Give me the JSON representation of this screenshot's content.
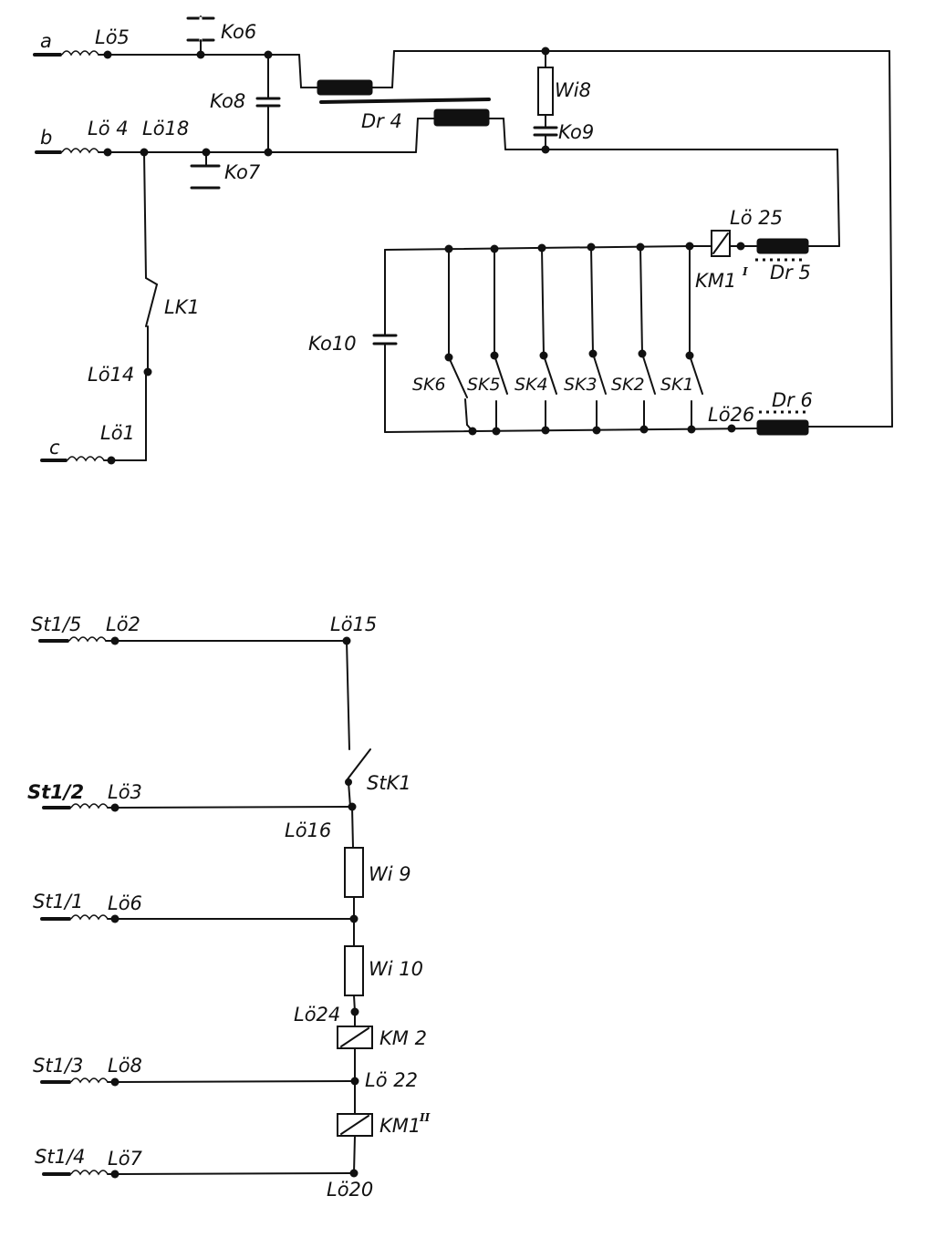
{
  "upper": {
    "a": "a",
    "b": "b",
    "c": "c",
    "lo5": "Lö5",
    "lo4": "Lö 4",
    "lo18": "Lö18",
    "lo14": "Lö14",
    "lo1": "Lö1",
    "ko6": "Ko6",
    "ko7": "Ko7",
    "ko8": "Ko8",
    "ko9": "Ko9",
    "ko10": "Ko10",
    "dr4": "Dr 4",
    "dr5": "Dr 5",
    "dr6": "Dr 6",
    "wi8": "Wi8",
    "lk1": "LK1",
    "lo25": "Lö 25",
    "lo26": "Lö26",
    "km1": "KM1",
    "km1_sup": "I",
    "sk6": "SK6",
    "sk5": "SK5",
    "sk4": "SK4",
    "sk3": "SK3",
    "sk2": "SK2",
    "sk1": "SK1"
  },
  "lower": {
    "st15": "St1/5",
    "st12": "St1/2",
    "st11": "St1/1",
    "st13": "St1/3",
    "st14": "St1/4",
    "lo2": "Lö2",
    "lo3": "Lö3",
    "lo6": "Lö6",
    "lo8": "Lö8",
    "lo7": "Lö7",
    "lo15": "Lö15",
    "lo16": "Lö16",
    "lo24": "Lö24",
    "lo22": "Lö 22",
    "lo20": "Lö20",
    "stk1": "StK1",
    "wi9": "Wi 9",
    "wi10": "Wi 10",
    "km2": "KM 2",
    "km1": "KM1",
    "km1_sup": "II"
  }
}
